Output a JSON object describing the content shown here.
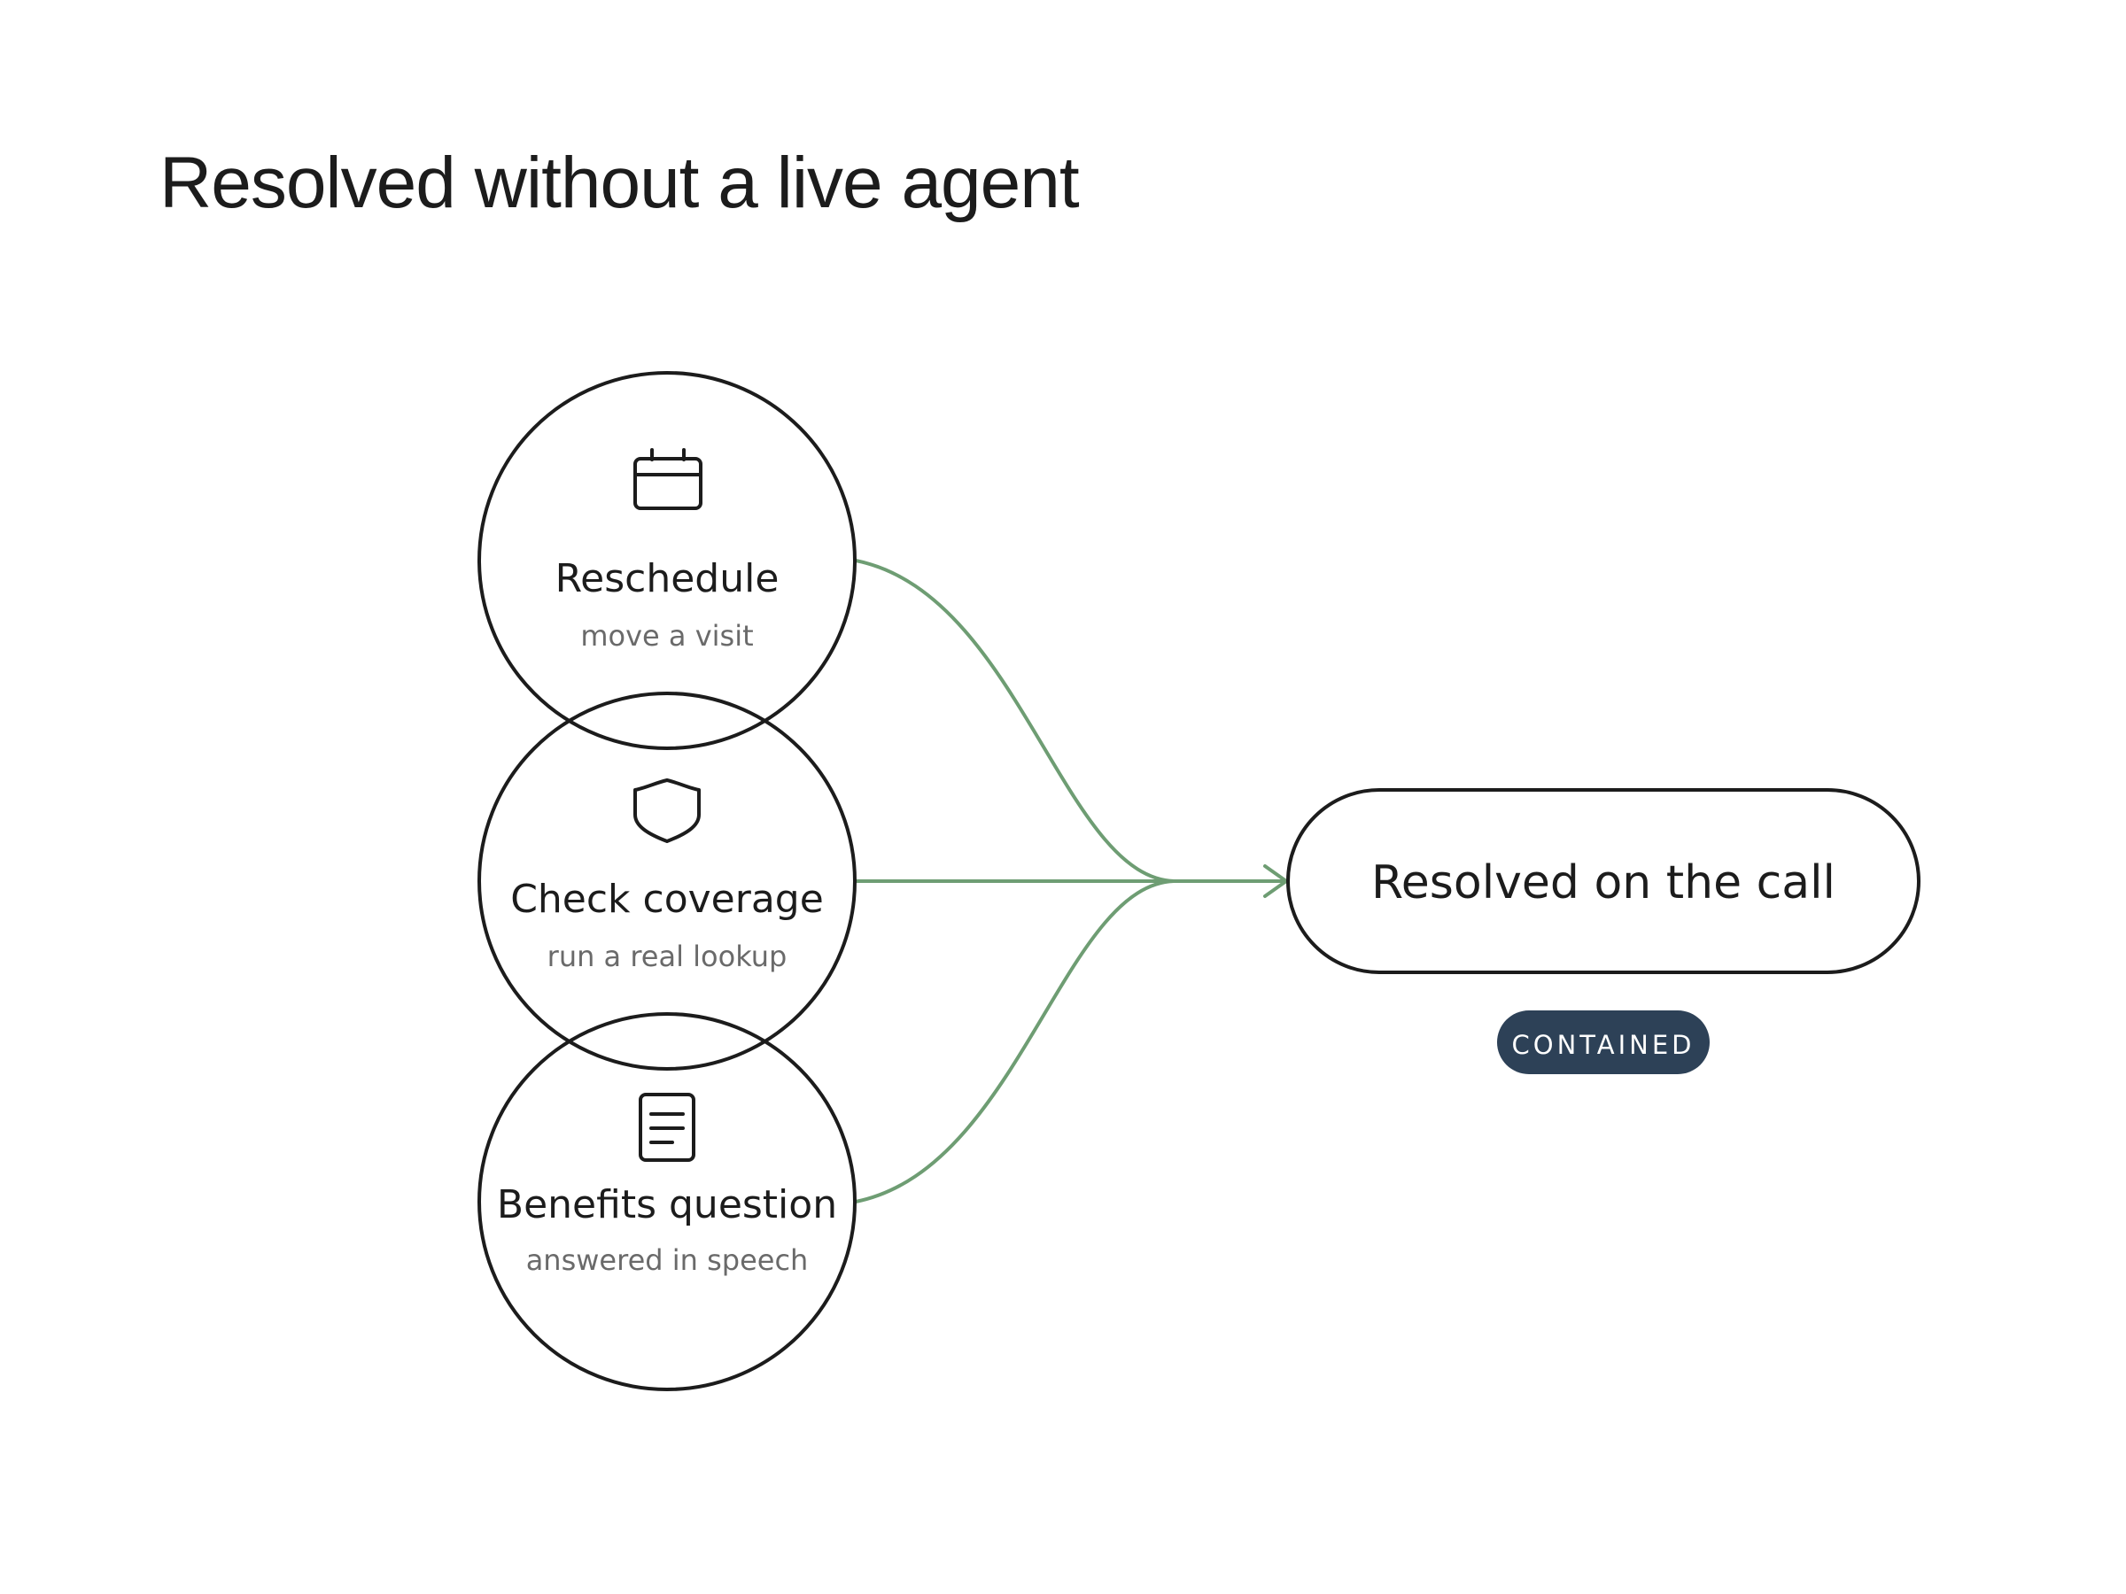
{
  "title": "Resolved without a live agent",
  "colors": {
    "stroke": "#1c1c1c",
    "connector": "#6e9d73",
    "badge_bg": "#2d4157",
    "badge_text": "#ffffff"
  },
  "sources": [
    {
      "title": "Reschedule",
      "subtitle": "move a visit",
      "icon": "calendar-icon"
    },
    {
      "title": "Check coverage",
      "subtitle": "run a real lookup",
      "icon": "shield-icon"
    },
    {
      "title": "Benefits question",
      "subtitle": "answered in speech",
      "icon": "document-icon"
    }
  ],
  "target": {
    "label": "Resolved on the call",
    "badge": "CONTAINED"
  }
}
